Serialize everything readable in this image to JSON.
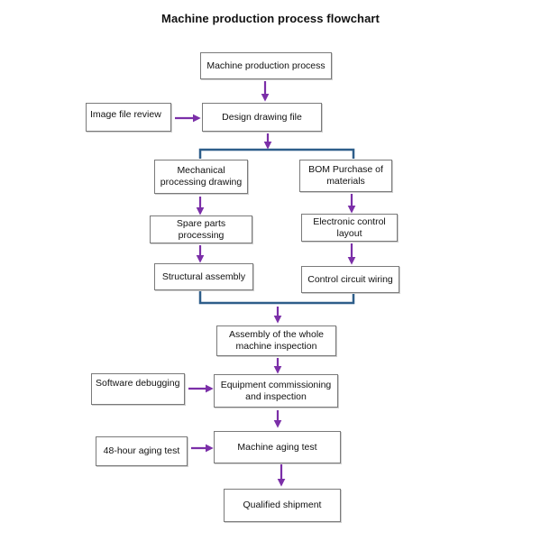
{
  "title": "Machine production process flowchart",
  "nodes": {
    "start": "Machine production process",
    "image_review": "Image file review",
    "design": "Design drawing file",
    "mech_drawing": "Mechanical processing drawing",
    "bom": "BOM Purchase of materials",
    "spare_parts": "Spare parts processing",
    "electronic_layout": "Electronic control layout",
    "structural": "Structural assembly",
    "wiring": "Control circuit wiring",
    "assembly_inspection": "Assembly of the whole machine inspection",
    "software_debug": "Software debugging",
    "commissioning": "Equipment commissioning and inspection",
    "aging_48": "48-hour aging test",
    "aging_test": "Machine aging test",
    "shipment": "Qualified shipment"
  },
  "colors": {
    "arrow": "#7b2fa8",
    "bracket": "#2e5e8a",
    "border": "#7a7a7a"
  }
}
